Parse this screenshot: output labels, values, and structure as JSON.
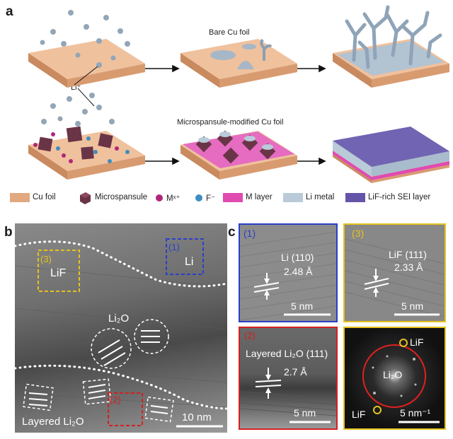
{
  "panel_a": {
    "letter": "a",
    "caption_top": "Bare Cu foil",
    "caption_bottom": "Microspansule-modified Cu foil",
    "li_label": "Li⁺"
  },
  "legend": [
    {
      "label": "Cu foil",
      "color": "#e2a980"
    },
    {
      "label": "Microspansule",
      "color": "#6a3447"
    },
    {
      "label": "Mˣ⁺",
      "color": "#b0277a"
    },
    {
      "label": "F⁻",
      "color": "#3d8dc0"
    },
    {
      "label": "M layer",
      "color": "#e04bb0"
    },
    {
      "label": "Li metal",
      "color": "#b9cad8"
    },
    {
      "label": "LiF-rich SEI layer",
      "color": "#6553a8"
    }
  ],
  "panel_b": {
    "letter": "b",
    "region1": {
      "num": "(1)",
      "label": "Li",
      "color": "#2a3fc8"
    },
    "region2": {
      "num": "(2)",
      "color": "#d42020"
    },
    "region3": {
      "num": "(3)",
      "label": "LiF",
      "color": "#e6c21e"
    },
    "li2o_label": "Li₂O",
    "layered_label": "Layered Li₂O",
    "scale": "10 nm"
  },
  "panel_c": {
    "letter": "c",
    "p1": {
      "num": "(1)",
      "phase": "Li (110)",
      "d": "2.48 Å",
      "scale": "5 nm",
      "border": "#2a3fc8"
    },
    "p3": {
      "num": "(3)",
      "phase": "LiF (111)",
      "d": "2.33 Å",
      "scale": "5 nm",
      "border": "#e6c21e"
    },
    "p2": {
      "num": "(2)",
      "phase": "Layered Li₂O (111)",
      "d": "2.7 Å",
      "scale": "5 nm",
      "border": "#d42020"
    },
    "fft": {
      "top": "LiF",
      "center": "Li₂O",
      "bottom": "LiF",
      "scale": "5 nm⁻¹"
    }
  }
}
